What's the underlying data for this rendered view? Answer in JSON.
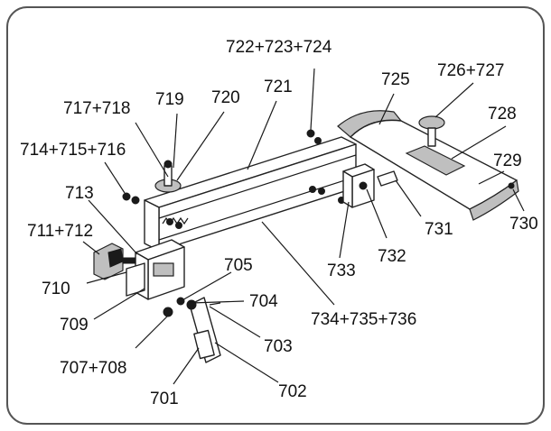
{
  "diagram": {
    "colors": {
      "line": "#1a1a1a",
      "frame": "#555555",
      "background": "#ffffff"
    },
    "parts": [
      {
        "id": "p722",
        "label": "722+723+724"
      },
      {
        "id": "p725",
        "label": "725"
      },
      {
        "id": "p726",
        "label": "726+727"
      },
      {
        "id": "p728",
        "label": "728"
      },
      {
        "id": "p729",
        "label": "729"
      },
      {
        "id": "p730",
        "label": "730"
      },
      {
        "id": "p731",
        "label": "731"
      },
      {
        "id": "p732",
        "label": "732"
      },
      {
        "id": "p733",
        "label": "733"
      },
      {
        "id": "p734",
        "label": "734+735+736"
      },
      {
        "id": "p717",
        "label": "717+718"
      },
      {
        "id": "p719",
        "label": "719"
      },
      {
        "id": "p720",
        "label": "720"
      },
      {
        "id": "p721",
        "label": "721"
      },
      {
        "id": "p714",
        "label": "714+715+716"
      },
      {
        "id": "p713",
        "label": "713"
      },
      {
        "id": "p711",
        "label": "711+712"
      },
      {
        "id": "p710",
        "label": "710"
      },
      {
        "id": "p709",
        "label": "709"
      },
      {
        "id": "p705",
        "label": "705"
      },
      {
        "id": "p704",
        "label": "704"
      },
      {
        "id": "p703",
        "label": "703"
      },
      {
        "id": "p707",
        "label": "707+708"
      },
      {
        "id": "p701",
        "label": "701"
      },
      {
        "id": "p702",
        "label": "702"
      }
    ]
  }
}
